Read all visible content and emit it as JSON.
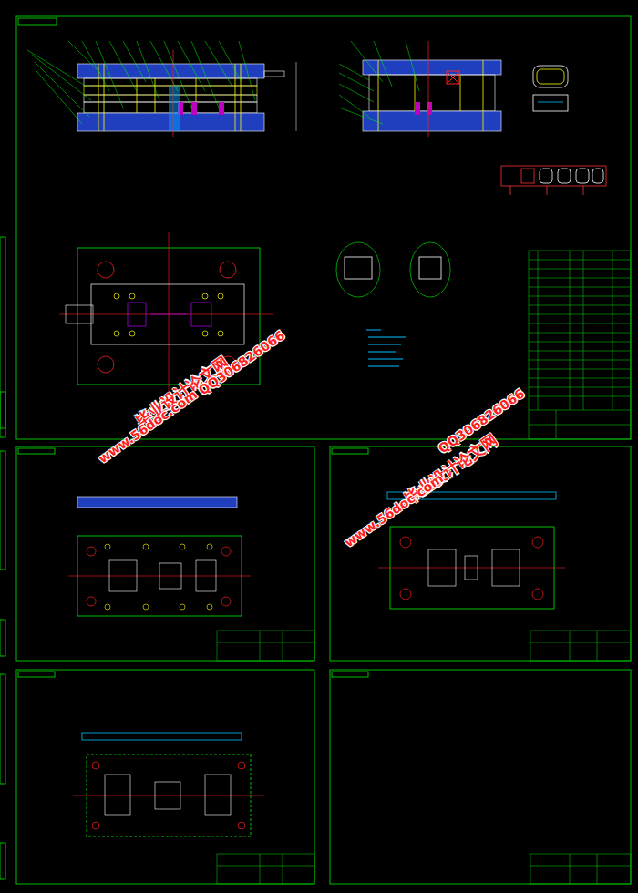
{
  "diagram": {
    "labels": [
      "毕业设计论文网",
      "www.56doc.com",
      "QQ306826066",
      "毕业设计论文网",
      "www.56doc.com",
      "QQ306826066"
    ]
  }
}
